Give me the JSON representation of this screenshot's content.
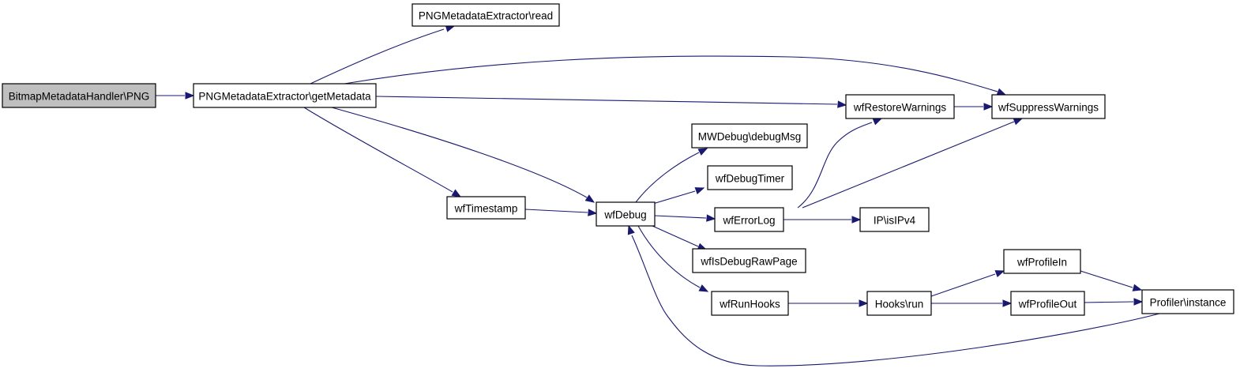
{
  "graph": {
    "nodes": [
      {
        "id": "root",
        "label": "BitmapMetadataHandler\\PNG",
        "highlighted": true
      },
      {
        "id": "getmeta",
        "label": "PNGMetadataExtractor\\getMetadata"
      },
      {
        "id": "read",
        "label": "PNGMetadataExtractor\\read"
      },
      {
        "id": "timestamp",
        "label": "wfTimestamp"
      },
      {
        "id": "debug",
        "label": "wfDebug"
      },
      {
        "id": "debugmsg",
        "label": "MWDebug\\debugMsg"
      },
      {
        "id": "debugtimer",
        "label": "wfDebugTimer"
      },
      {
        "id": "errorlog",
        "label": "wfErrorLog"
      },
      {
        "id": "isdebugraw",
        "label": "wfIsDebugRawPage"
      },
      {
        "id": "runhooks",
        "label": "wfRunHooks"
      },
      {
        "id": "restore",
        "label": "wfRestoreWarnings"
      },
      {
        "id": "suppress",
        "label": "wfSuppressWarnings"
      },
      {
        "id": "isipv4",
        "label": "IP\\isIPv4"
      },
      {
        "id": "hooksrun",
        "label": "Hooks\\run"
      },
      {
        "id": "profilein",
        "label": "wfProfileIn"
      },
      {
        "id": "profileout",
        "label": "wfProfileOut"
      },
      {
        "id": "profiler",
        "label": "Profiler\\instance"
      }
    ],
    "edges": [
      {
        "from": "root",
        "to": "getmeta"
      },
      {
        "from": "getmeta",
        "to": "read"
      },
      {
        "from": "getmeta",
        "to": "suppress"
      },
      {
        "from": "getmeta",
        "to": "restore"
      },
      {
        "from": "getmeta",
        "to": "debug"
      },
      {
        "from": "getmeta",
        "to": "timestamp"
      },
      {
        "from": "timestamp",
        "to": "debug"
      },
      {
        "from": "debug",
        "to": "debugmsg"
      },
      {
        "from": "debug",
        "to": "debugtimer"
      },
      {
        "from": "debug",
        "to": "errorlog"
      },
      {
        "from": "debug",
        "to": "isdebugraw"
      },
      {
        "from": "debug",
        "to": "runhooks"
      },
      {
        "from": "errorlog",
        "to": "restore"
      },
      {
        "from": "errorlog",
        "to": "suppress"
      },
      {
        "from": "errorlog",
        "to": "isipv4"
      },
      {
        "from": "restore",
        "to": "suppress"
      },
      {
        "from": "runhooks",
        "to": "hooksrun"
      },
      {
        "from": "hooksrun",
        "to": "profilein"
      },
      {
        "from": "hooksrun",
        "to": "profileout"
      },
      {
        "from": "profilein",
        "to": "profiler"
      },
      {
        "from": "profileout",
        "to": "profiler"
      },
      {
        "from": "profiler",
        "to": "debug"
      }
    ],
    "colors": {
      "edge": "#191970",
      "node_border": "#000000",
      "root_fill": "#bfbfbf",
      "node_fill": "#ffffff"
    }
  }
}
